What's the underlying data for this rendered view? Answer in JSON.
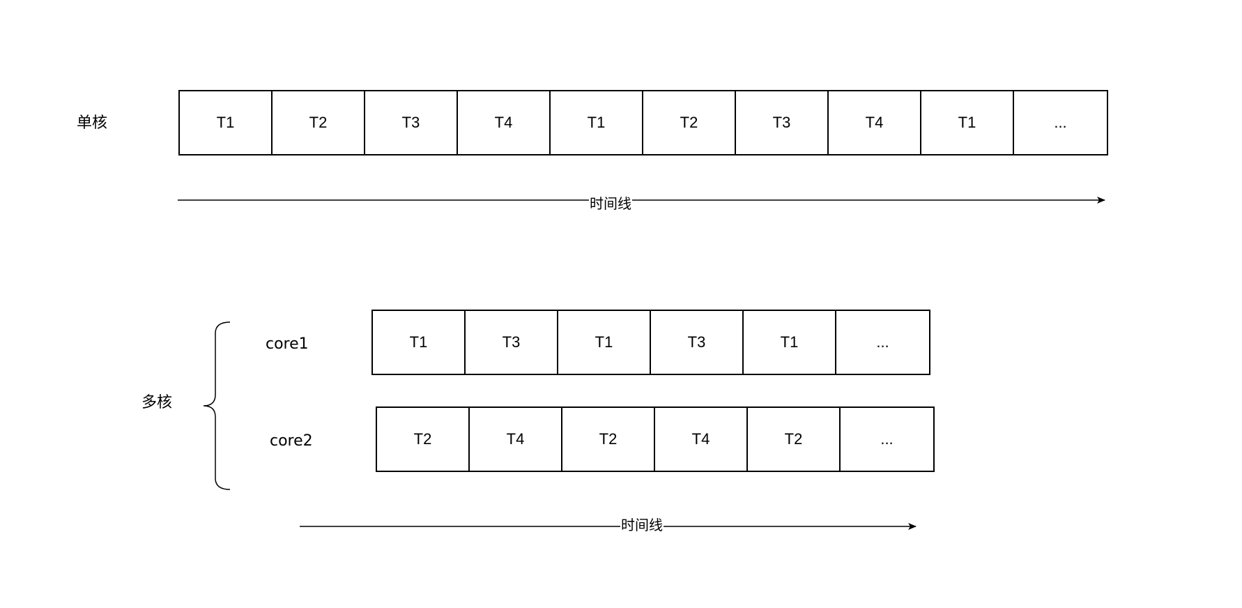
{
  "single_core": {
    "label": "单核",
    "tasks": [
      "T1",
      "T2",
      "T3",
      "T4",
      "T1",
      "T2",
      "T3",
      "T4",
      "T1",
      "..."
    ],
    "timeline_label": "时间线"
  },
  "multi_core": {
    "label": "多核",
    "cores": [
      {
        "name": "core1",
        "tasks": [
          "T1",
          "T3",
          "T1",
          "T3",
          "T1",
          "..."
        ]
      },
      {
        "name": "core2",
        "tasks": [
          "T2",
          "T4",
          "T2",
          "T4",
          "T2",
          "..."
        ]
      }
    ],
    "timeline_label": "时间线"
  }
}
